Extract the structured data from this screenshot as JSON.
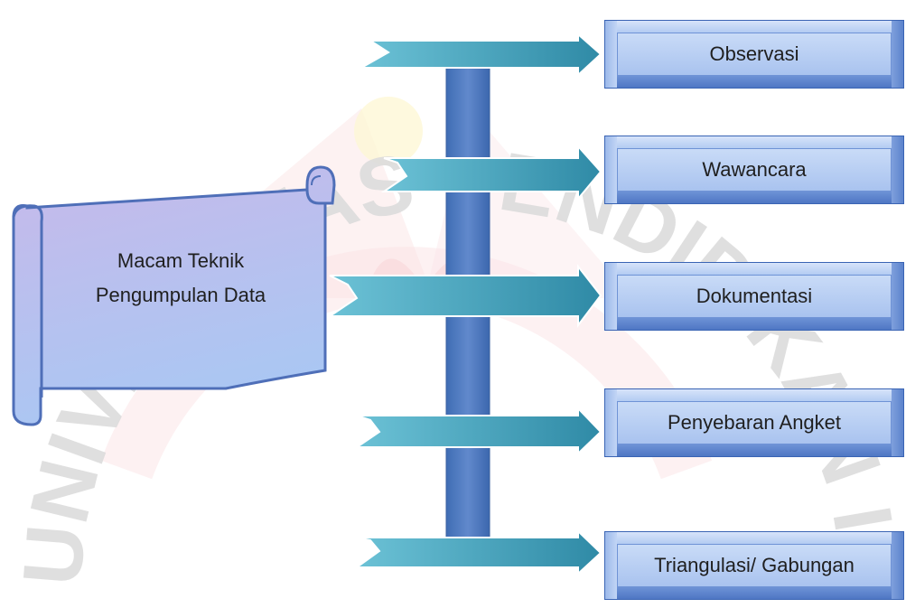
{
  "source_title": {
    "line1": "Macam Teknik",
    "line2": "Pengumpulan Data"
  },
  "methods": [
    {
      "label": "Observasi"
    },
    {
      "label": "Wawancara"
    },
    {
      "label": "Dokumentasi"
    },
    {
      "label": "Penyebaran Angket"
    },
    {
      "label": "Triangulasi/ Gabungan"
    }
  ],
  "watermark": {
    "text": "UNIVERSITAS PENDIDIKAN INDONESIA"
  },
  "colors": {
    "box_fill": "#b3c9f0",
    "box_border": "#3a64b4",
    "arrow_fill": "#4aa7c0",
    "arrow_dark": "#2e7f99",
    "bar_fill": "#4f7cc0",
    "scroll_fill": "#aec4f2",
    "scroll_border": "#4f6fb8",
    "watermark_red": "#f3d4d6"
  }
}
